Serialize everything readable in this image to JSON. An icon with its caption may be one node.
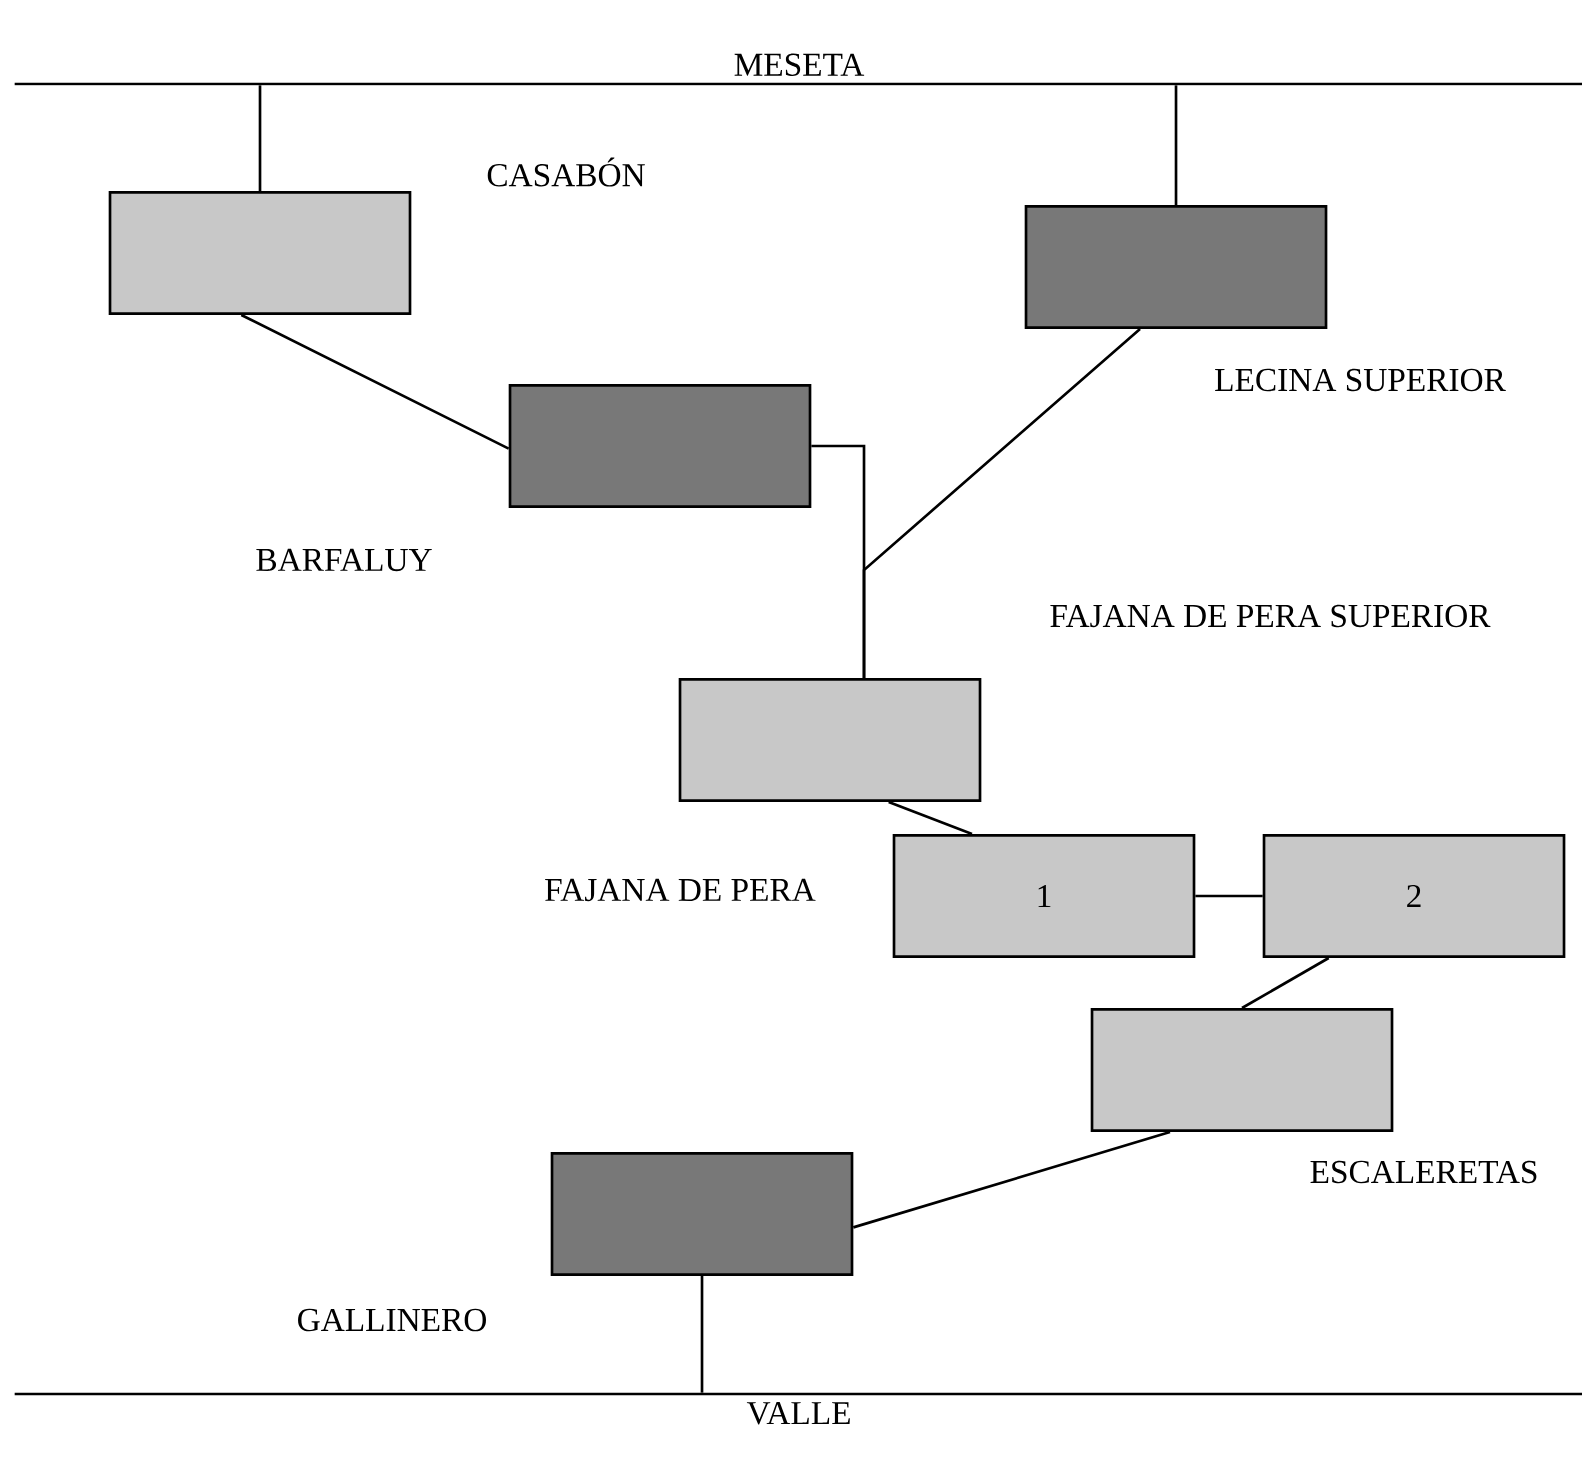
{
  "diagram": {
    "nodes": [
      {
        "text": [
          "MESETA"
        ]
      },
      {
        "text": [],
        "shape": "box",
        "beside": [
          "CASABÓN"
        ]
      },
      {
        "text": [],
        "shape": "box",
        "beside": [
          "LECINA SUPERIOR"
        ]
      },
      {
        "text": [],
        "shape": "box",
        "beside": [
          "BARFALUY"
        ]
      },
      {
        "text": [],
        "shape": "box",
        "beside": [
          "FAJANA DE PERA SUPERIOR"
        ]
      },
      {
        "text": [
          "1"
        ],
        "beside": [
          "FAJANA DE PERA"
        ]
      },
      {
        "text": [
          "2"
        ]
      },
      {
        "text": [],
        "shape": "box",
        "beside": [
          "ESCALERETAS"
        ]
      },
      {
        "text": [],
        "shape": "box",
        "beside": [
          "GALLINERO"
        ]
      },
      {
        "text": [
          "VALLE"
        ]
      }
    ],
    "edges": [
      {
        "from": 0,
        "to": 1,
        "arrow": "none"
      },
      {
        "from": 0,
        "to": 2,
        "arrow": "none"
      },
      {
        "from": 1,
        "to": 3,
        "arrow": "none"
      },
      {
        "from": 3,
        "to": 4,
        "arrow": "none"
      },
      {
        "from": 2,
        "to": 4,
        "arrow": "none"
      },
      {
        "from": 4,
        "to": 5,
        "arrow": "none"
      },
      {
        "from": 5,
        "to": 6,
        "arrow": "none"
      },
      {
        "from": 6,
        "to": 7,
        "arrow": "none"
      },
      {
        "from": 7,
        "to": 8,
        "arrow": "none"
      },
      {
        "from": 8,
        "to": 9,
        "arrow": "none"
      }
    ]
  }
}
